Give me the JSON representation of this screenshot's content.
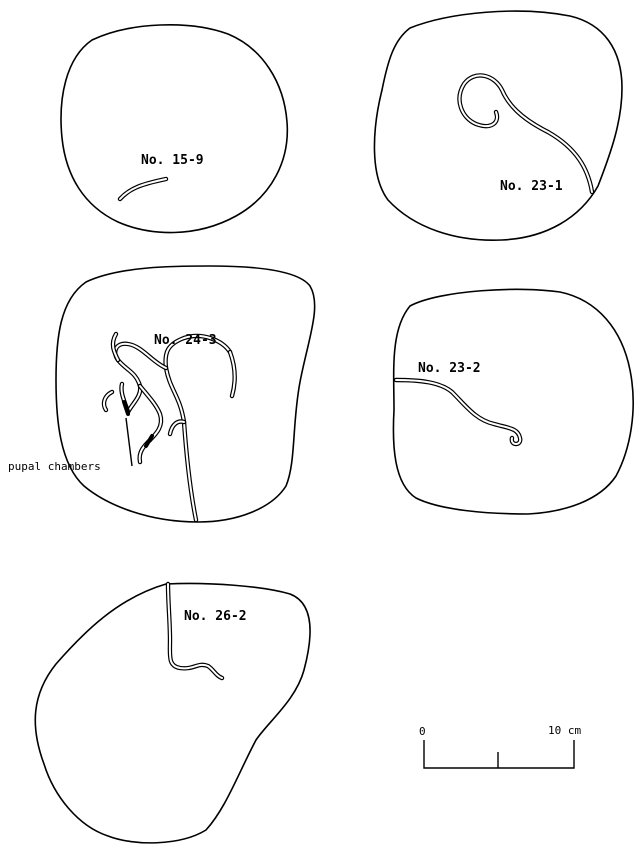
{
  "specimens": [
    {
      "id": "15-9",
      "label": "No. 15-9"
    },
    {
      "id": "23-1",
      "label": "No. 23-1"
    },
    {
      "id": "24-3",
      "label": "No. 24-3"
    },
    {
      "id": "23-2",
      "label": "No. 23-2"
    },
    {
      "id": "26-2",
      "label": "No. 26-2"
    }
  ],
  "annotation": {
    "pupal_chambers": "pupal chambers"
  },
  "scale_bar": {
    "start_label": "0",
    "end_label": "10 cm"
  }
}
